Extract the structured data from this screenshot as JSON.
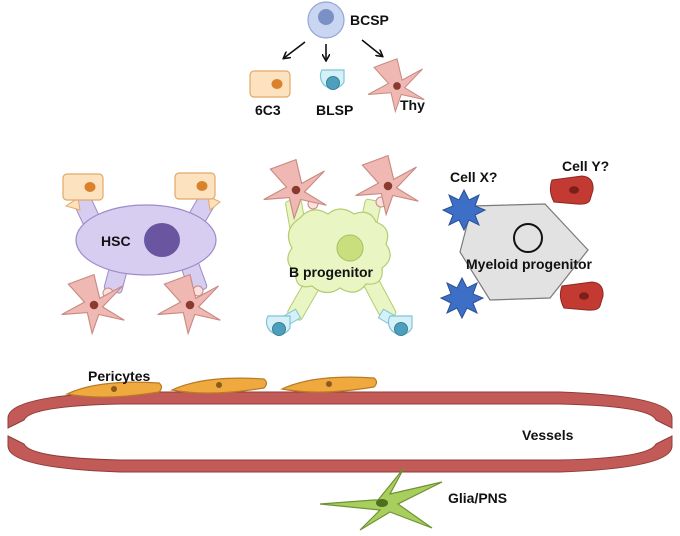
{
  "labels": {
    "bcsp": "BCSP",
    "c6c3": "6C3",
    "blsp": "BLSP",
    "thy": "Thy",
    "hsc": "HSC",
    "b_progenitor": "B progenitor",
    "myeloid_progenitor": "Myeloid progenitor",
    "cell_x": "Cell X?",
    "cell_y": "Cell Y?",
    "pericytes": "Pericytes",
    "vessels": "Vessels",
    "glia_pns": "Glia/PNS"
  },
  "colors": {
    "bcsp_fill": "#c9d6f2",
    "bcsp_nucleus": "#7b90c4",
    "c6c3_fill": "#fde2c0",
    "c6c3_nucleus": "#d9822b",
    "blsp_fill": "#d6f0f7",
    "blsp_nucleus": "#4da0bd",
    "thy_fill": "#f0b8b2",
    "thy_nucleus": "#8a3a2f",
    "hsc_fill": "#d7cdf0",
    "hsc_nucleus": "#6a55a0",
    "b_progenitor_fill": "#e9f5c2",
    "b_progenitor_nucleus": "#c9df7e",
    "myeloid_fill": "#e2e2e2",
    "cell_x_fill": "#3d6fc7",
    "cell_y_fill": "#c23a32",
    "pericyte_fill": "#f0a93e",
    "vessel_fill": "#c25b57",
    "glia_fill": "#a8cf5e"
  }
}
